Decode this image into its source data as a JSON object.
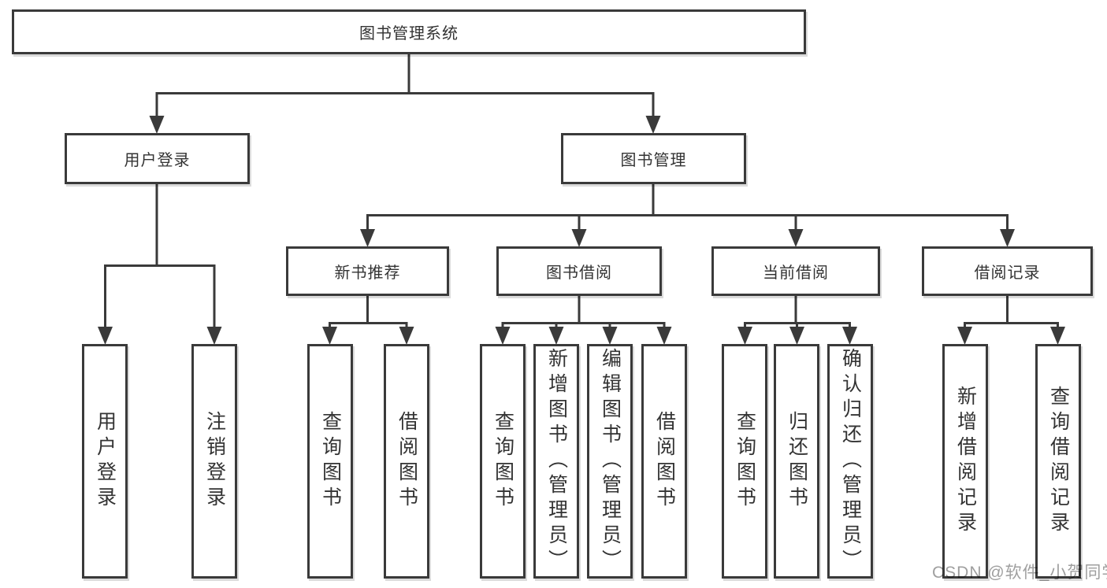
{
  "tree": {
    "root": "图书管理系统",
    "user_login": {
      "label": "用户登录",
      "children": {
        "login": "用户登录",
        "logout": "注销登录"
      }
    },
    "book_mgmt": {
      "label": "图书管理",
      "new_book_rec": {
        "label": "新书推荐",
        "children": {
          "query": "查询图书",
          "borrow": "借阅图书"
        }
      },
      "book_borrow": {
        "label": "图书借阅",
        "children": {
          "query": "查询图书",
          "add": "新增图书（管理员）",
          "edit": "编辑图书（管理员）",
          "borrow": "借阅图书"
        }
      },
      "current_borrow": {
        "label": "当前借阅",
        "children": {
          "query": "查询图书",
          "return": "归还图书",
          "confirm": "确认归还（管理员）"
        }
      },
      "borrow_record": {
        "label": "借阅记录",
        "children": {
          "add": "新增借阅记录",
          "query": "查询借阅记录"
        }
      }
    }
  },
  "colors": {
    "line": "#3a3a3a",
    "text": "#333333",
    "watermark": "#9f9f9f"
  },
  "watermark": "CSDN @软件_小贺同学"
}
